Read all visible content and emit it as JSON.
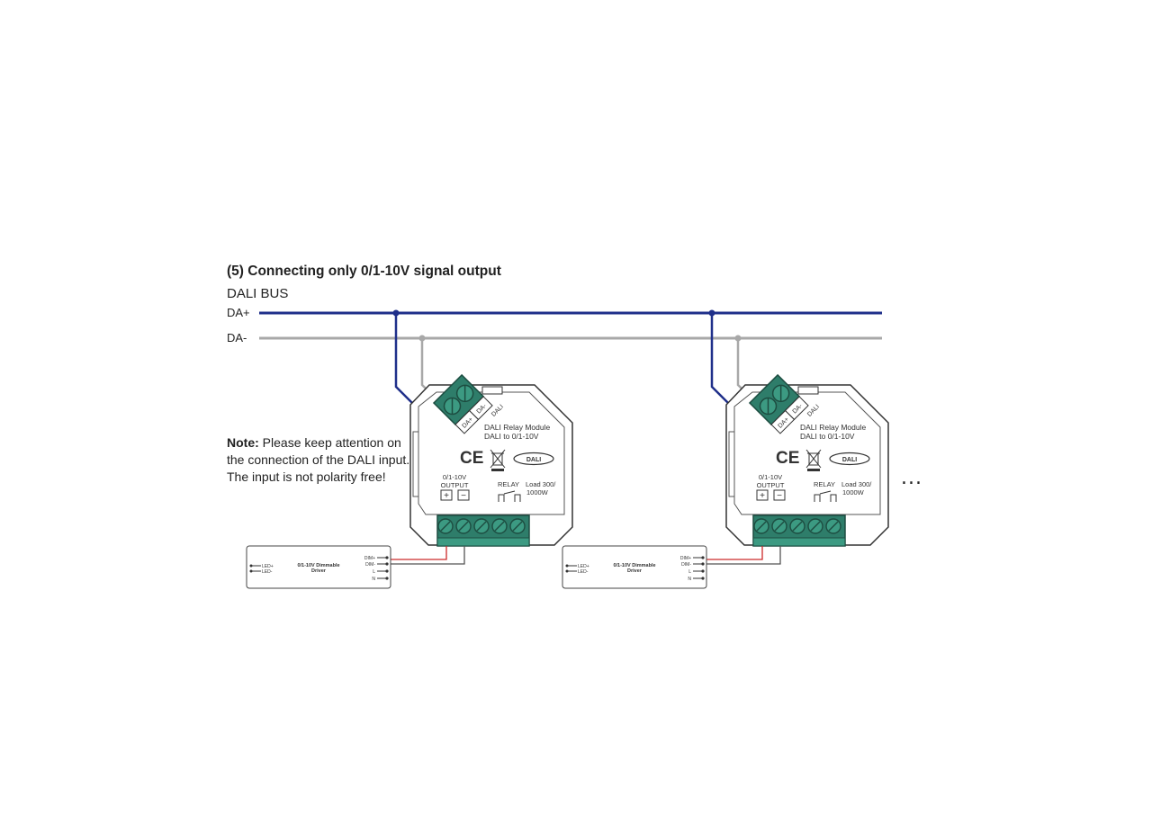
{
  "title": "(5) Connecting only 0/1-10V signal output",
  "bus": {
    "label": "DALI BUS",
    "da_plus": "DA+",
    "da_minus": "DA-",
    "colors": {
      "da_plus": "#1f2f8a",
      "da_minus": "#a8a8a8"
    }
  },
  "note": {
    "prefix": "Note:",
    "text": "Please keep attention on the connection of the DALI input. The input is not polarity free!"
  },
  "module": {
    "name_line1": "DALI Relay Module",
    "name_line2": "DALI to 0/1-10V",
    "dali_terminal_plus": "DA+",
    "dali_terminal_minus": "DA-",
    "dali_text": "DALI",
    "output_line1": "0/1-10V",
    "output_line2": "OUTPUT",
    "plus_sign": "+",
    "minus_sign": "−",
    "relay": "RELAY",
    "load_line1": "Load 300/",
    "load_line2": "1000W",
    "ce_mark": "CE",
    "terminal_color": "#2e7d6a"
  },
  "driver": {
    "name_line1": "0/1-10V Dimmable",
    "name_line2": "Driver",
    "led_plus": "LED+",
    "led_minus": "LED-",
    "dim_plus": "DIM+",
    "dim_minus": "DIM-",
    "l": "L",
    "n": "N",
    "signal_wire_color": "#cc2a2a"
  },
  "continuation": "..."
}
